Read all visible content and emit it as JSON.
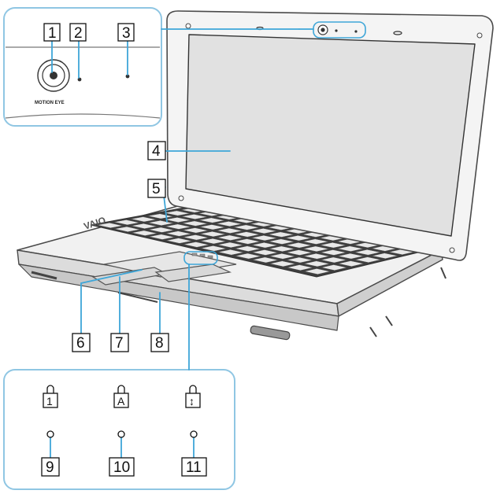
{
  "callouts": {
    "c1": "1",
    "c2": "2",
    "c3": "3",
    "c4": "4",
    "c5": "5",
    "c6": "6",
    "c7": "7",
    "c8": "8",
    "c9": "9",
    "c10": "10",
    "c11": "11"
  },
  "camera_label": "MOTION EYE",
  "brand_logo": "VAIO",
  "lock_indicators": [
    {
      "glyph": "1",
      "icon": "num-lock-icon"
    },
    {
      "glyph": "A",
      "icon": "caps-lock-icon"
    },
    {
      "glyph": "↕",
      "icon": "scroll-lock-icon"
    }
  ],
  "colors": {
    "callout_line": "#3ea6d8",
    "detail_frame": "#8fc6e3",
    "outline": "#4a4a4a"
  }
}
